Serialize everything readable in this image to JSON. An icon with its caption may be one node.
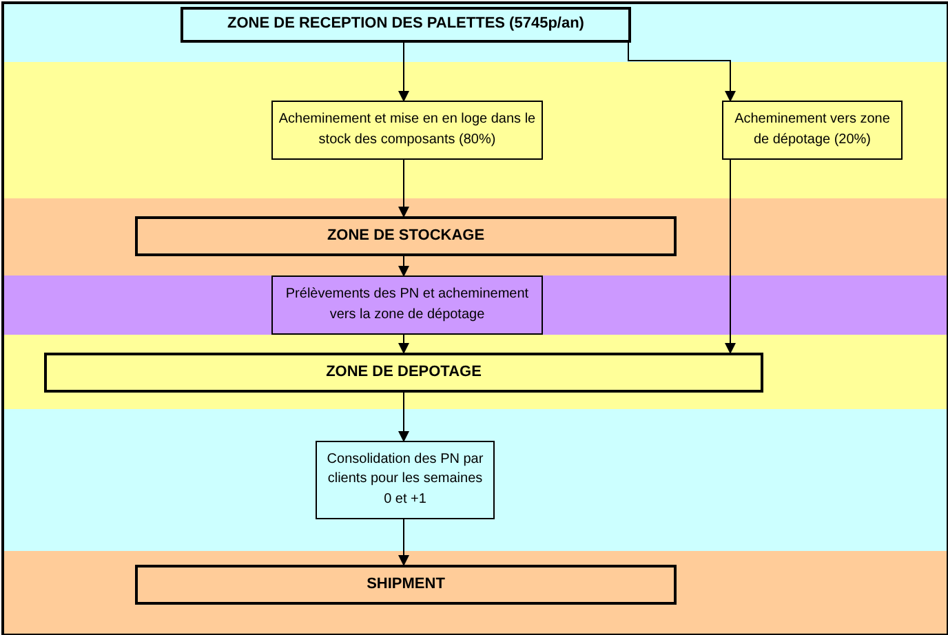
{
  "diagram": {
    "nodes": [
      {
        "text": [
          "ZONE DE RECEPTION DES PALETTES (5745p/an)"
        ]
      },
      {
        "text": [
          "Acheminement et mise en en loge dans le stock des composants (80%)"
        ]
      },
      {
        "text": [
          "Acheminement vers zone de dépotage (20%)"
        ]
      },
      {
        "text": [
          "ZONE DE STOCKAGE"
        ]
      },
      {
        "text": [
          "Prélèvements des PN et acheminement vers la zone de dépotage"
        ]
      },
      {
        "text": [
          "ZONE DE DEPOTAGE"
        ]
      },
      {
        "text": [
          "Consolidation des PN par clients pour les semaines 0 et +1"
        ]
      },
      {
        "text": [
          "SHIPMENT"
        ]
      }
    ],
    "edges": [
      {
        "from": 0,
        "to": 1,
        "arrow": "to"
      },
      {
        "from": 0,
        "to": 2,
        "arrow": "to"
      },
      {
        "from": 1,
        "to": 3,
        "arrow": "to"
      },
      {
        "from": 3,
        "to": 4,
        "arrow": "to"
      },
      {
        "from": 4,
        "to": 5,
        "arrow": "to"
      },
      {
        "from": 2,
        "to": 5,
        "arrow": "to"
      },
      {
        "from": 5,
        "to": 6,
        "arrow": "to"
      },
      {
        "from": 6,
        "to": 7,
        "arrow": "to"
      }
    ]
  }
}
